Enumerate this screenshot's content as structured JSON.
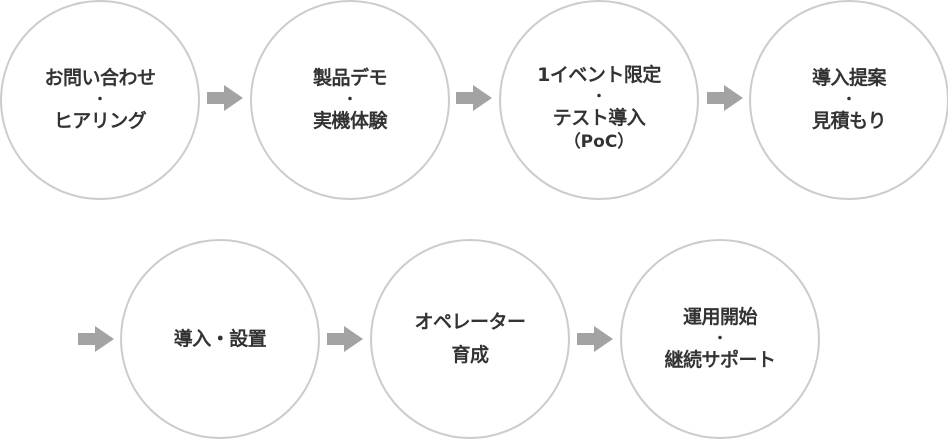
{
  "flow": {
    "title": "導入フロー",
    "colors": {
      "circle_border": "#cccccc",
      "arrow": "#a3a3a3",
      "text": "#333333"
    },
    "steps": [
      {
        "line1": "お問い合わせ",
        "separator": "・",
        "line2": "ヒアリング"
      },
      {
        "line1": "製品デモ",
        "separator": "・",
        "line2": "実機体験"
      },
      {
        "line1": "1イベント限定",
        "separator": "・",
        "line2": "テスト導入",
        "note": "（PoC）"
      },
      {
        "line1": "導入提案",
        "separator": "・",
        "line2": "見積もり"
      },
      {
        "line1": "導入・設置"
      },
      {
        "line1": "オペレーター",
        "line2": "育成"
      },
      {
        "line1": "運用開始",
        "separator": "・",
        "line2": "継続サポート"
      }
    ],
    "arrow_icon": "right-arrow-icon"
  }
}
